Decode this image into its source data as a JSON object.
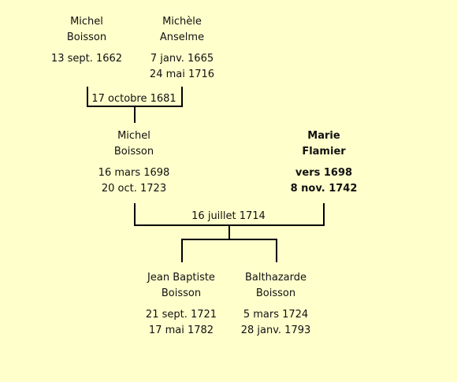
{
  "generation1": {
    "father": {
      "first_name": "Michel",
      "last_name": "Boisson",
      "birth": "13 sept. 1662",
      "death": ""
    },
    "mother": {
      "first_name": "Michèle",
      "last_name": "Anselme",
      "birth": "7 janv. 1665",
      "death": "24 mai 1716"
    },
    "marriage_date": "17 octobre 1681"
  },
  "generation2": {
    "father": {
      "first_name": "Michel",
      "last_name": "Boisson",
      "birth": "16 mars 1698",
      "death": "20 oct. 1723"
    },
    "mother": {
      "first_name": "Marie",
      "last_name": "Flamier",
      "birth": "vers 1698",
      "death": "8 nov. 1742"
    },
    "marriage_date": "16 juillet 1714"
  },
  "generation3": {
    "children": [
      {
        "first_name": "Jean Baptiste",
        "last_name": "Boisson",
        "birth": "21 sept. 1721",
        "death": "17 mai 1782"
      },
      {
        "first_name": "Balthazarde",
        "last_name": "Boisson",
        "birth": "5 mars 1724",
        "death": "28 janv. 1793"
      }
    ]
  },
  "colors": {
    "background": "#ffffcc",
    "lines": "#000000",
    "text": "#111111"
  }
}
